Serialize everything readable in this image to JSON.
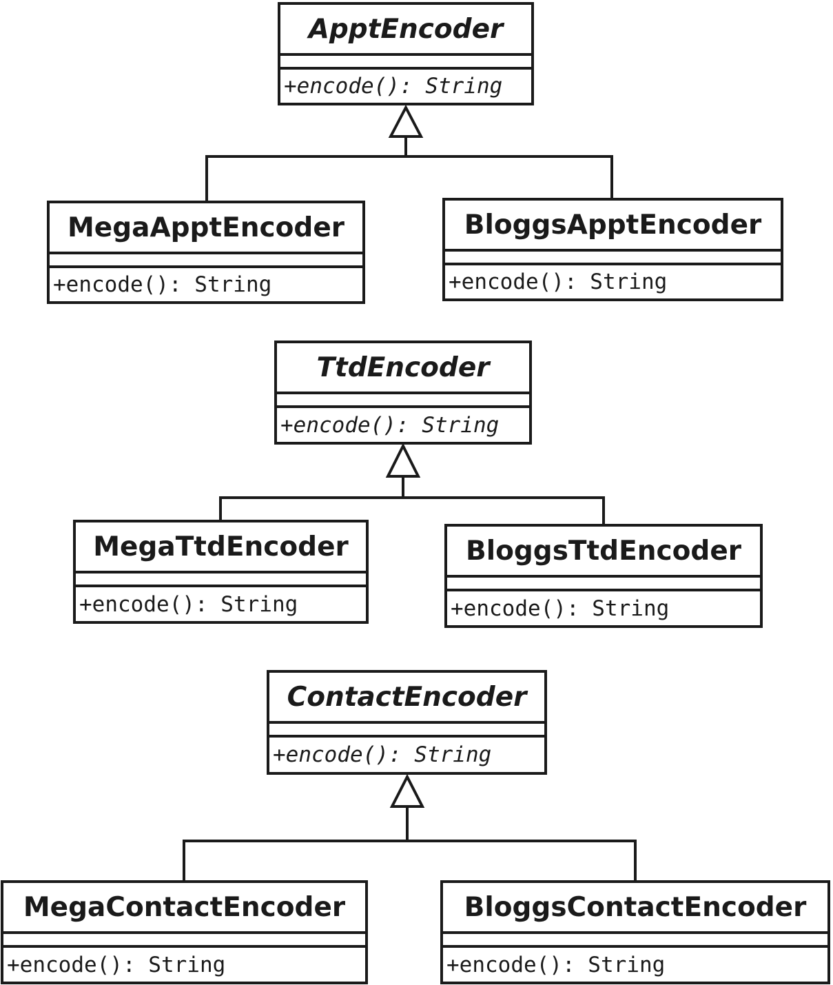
{
  "hierarchies": [
    {
      "parent": {
        "name": "ApptEncoder",
        "operation": "+encode(): String",
        "abstract": true
      },
      "children": [
        {
          "name": "MegaApptEncoder",
          "operation": "+encode(): String"
        },
        {
          "name": "BloggsApptEncoder",
          "operation": "+encode(): String"
        }
      ]
    },
    {
      "parent": {
        "name": "TtdEncoder",
        "operation": "+encode(): String",
        "abstract": true
      },
      "children": [
        {
          "name": "MegaTtdEncoder",
          "operation": "+encode(): String"
        },
        {
          "name": "BloggsTtdEncoder",
          "operation": "+encode(): String"
        }
      ]
    },
    {
      "parent": {
        "name": "ContactEncoder",
        "operation": "+encode(): String",
        "abstract": true
      },
      "children": [
        {
          "name": "MegaContactEncoder",
          "operation": "+encode(): String"
        },
        {
          "name": "BloggsContactEncoder",
          "operation": "+encode(): String"
        }
      ]
    }
  ],
  "relationship": "generalization"
}
